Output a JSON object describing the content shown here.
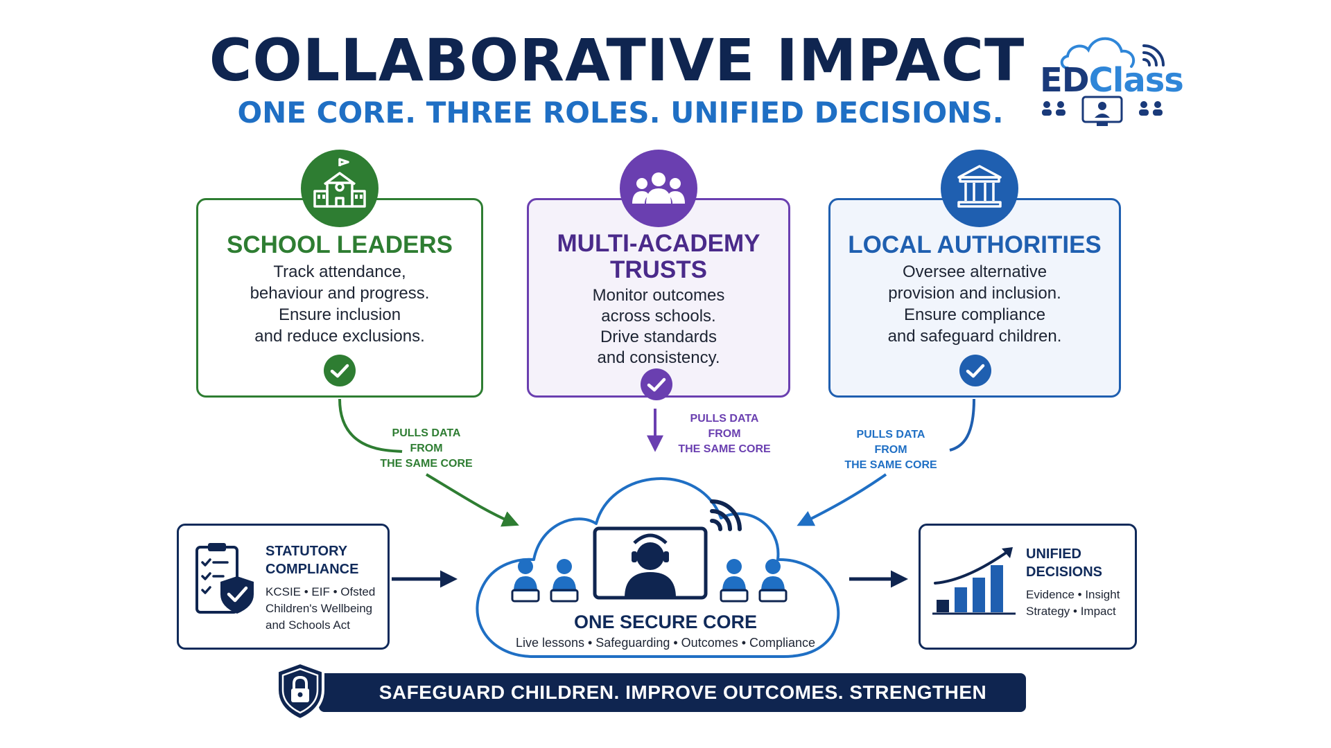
{
  "header": {
    "title": "COLLABORATIVE IMPACT",
    "subtitle": "ONE CORE. THREE ROLES. UNIFIED DECISIONS."
  },
  "logo": {
    "text_a": "ED",
    "text_b": "Class",
    "icons": [
      "cloud-icon",
      "wifi-icon",
      "users-icon",
      "monitor-icon"
    ]
  },
  "roles": [
    {
      "title": [
        "SCHOOL LEADERS"
      ],
      "lines": [
        "Track attendance,",
        "behaviour and progress.",
        "Ensure inclusion",
        "and reduce exclusions."
      ],
      "icon": "school-icon",
      "color": "#2e7d32"
    },
    {
      "title": [
        "MULTI-ACADEMY",
        "TRUSTS"
      ],
      "lines": [
        "Monitor outcomes",
        "across schools.",
        "Drive standards",
        "and consistency."
      ],
      "icon": "users-icon",
      "color": "#6a3fb0"
    },
    {
      "title": [
        "LOCAL AUTHORITIES"
      ],
      "lines": [
        "Oversee alternative",
        "provision and inclusion.",
        "Ensure compliance",
        "and safeguard children."
      ],
      "icon": "bank-icon",
      "color": "#1f5fb0"
    }
  ],
  "connectors": {
    "pulls_lines": [
      "PULLS DATA",
      "FROM",
      "THE SAME CORE"
    ]
  },
  "compliance": {
    "title_lines": [
      "STATUTORY",
      "COMPLIANCE"
    ],
    "line1": "KCSIE • EIF • Ofsted",
    "line2": "Children's Wellbeing",
    "line3": "and Schools Act",
    "icon": "clipboard-shield-icon"
  },
  "core": {
    "title": "ONE SECURE CORE",
    "subtitle": "Live lessons • Safeguarding • Outcomes • Compliance",
    "icon": "cloud-icon"
  },
  "decisions": {
    "title_lines": [
      "UNIFIED",
      "DECISIONS"
    ],
    "line1": "Evidence • Insight",
    "line2": "Strategy • Impact",
    "icon": "growth-chart-icon"
  },
  "banner": {
    "text": "SAFEGUARD CHILDREN. IMPROVE OUTCOMES. STRENGTHEN INCLUSION.",
    "icon": "lock-shield-icon"
  },
  "colors": {
    "navy": "#0f2550",
    "blue": "#1f6fc4",
    "green": "#2e7d32",
    "purple": "#6a3fb0"
  }
}
